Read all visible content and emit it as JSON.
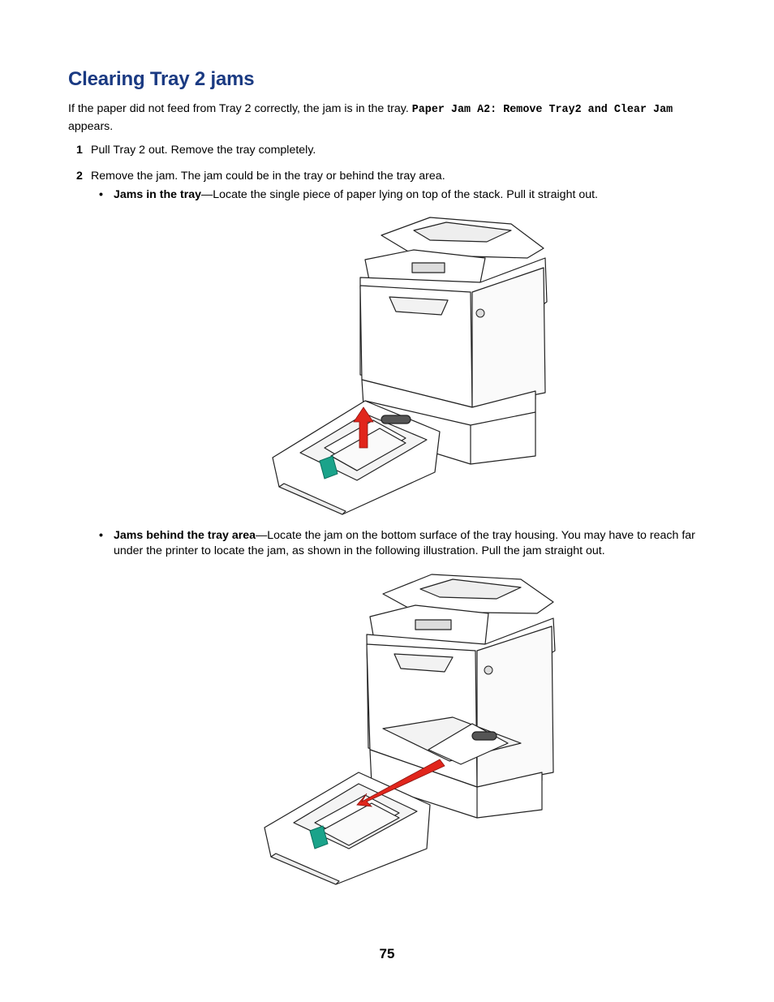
{
  "heading": "Clearing Tray 2 jams",
  "intro": {
    "text_before": "If the paper did not feed from Tray 2 correctly, the jam is in the tray. ",
    "code": "Paper Jam A2: Remove Tray2 and Clear Jam",
    "text_after": " appears."
  },
  "steps": [
    {
      "number": "1",
      "text": "Pull Tray 2 out. Remove the tray completely."
    },
    {
      "number": "2",
      "text": "Remove the jam. The jam could be in the tray or behind the tray area."
    }
  ],
  "bullets": [
    {
      "marker": "•",
      "bold": "Jams in the tray",
      "rest": "—Locate the single piece of paper lying on top of the stack. Pull it straight out."
    },
    {
      "marker": "•",
      "bold": "Jams behind the tray area",
      "rest": "—Locate the jam on the bottom surface of the tray housing. You may have to reach far under the printer to locate the jam, as shown in the following illustration. Pull the jam straight out."
    }
  ],
  "page_number": "75",
  "colors": {
    "heading": "#1a3a82",
    "arrow_red": "#e1261c",
    "guide_green": "#1aa38a"
  }
}
